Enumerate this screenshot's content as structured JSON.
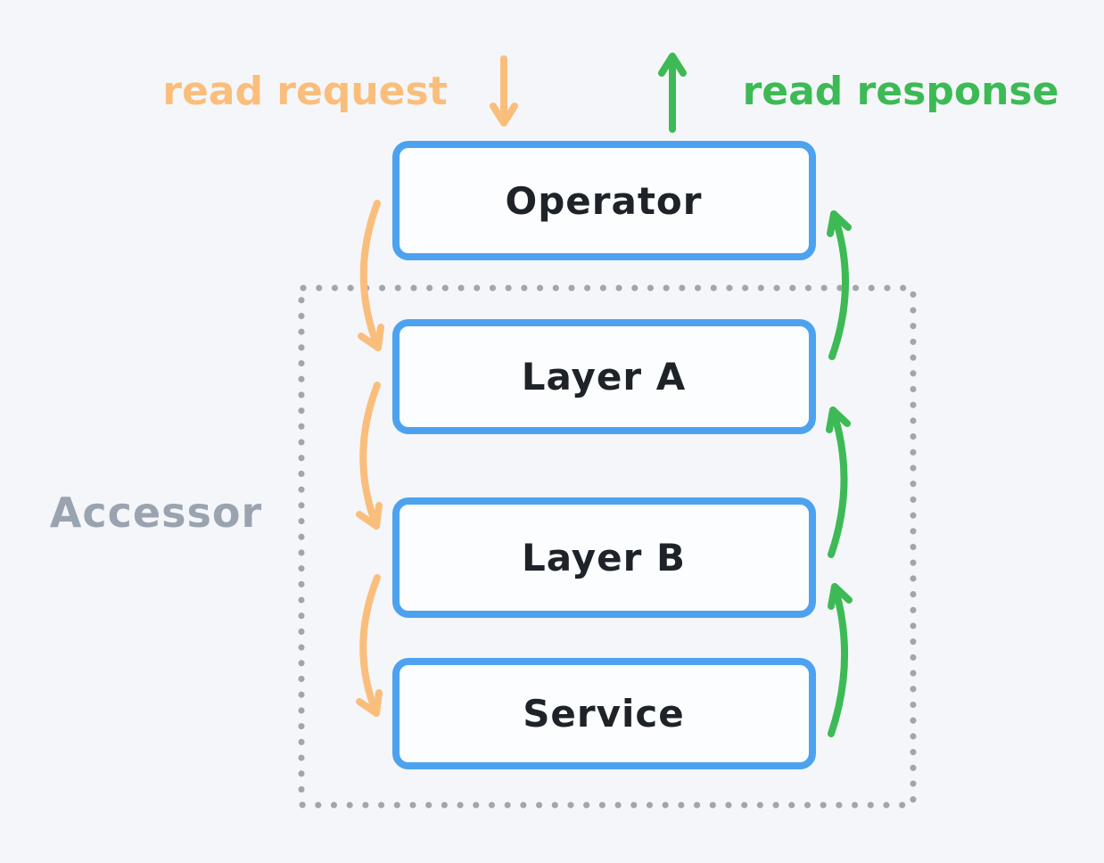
{
  "diagram": {
    "labels": {
      "read_request": "read request",
      "read_response": "read response",
      "accessor_container": "Accessor"
    },
    "nodes": [
      {
        "id": "operator",
        "label": "Operator",
        "inside_accessor": false
      },
      {
        "id": "layer-a",
        "label": "Layer A",
        "inside_accessor": true
      },
      {
        "id": "layer-b",
        "label": "Layer B",
        "inside_accessor": true
      },
      {
        "id": "service",
        "label": "Service",
        "inside_accessor": true
      }
    ],
    "edges": {
      "read_request_flow": [
        {
          "from": "Operator",
          "to": "Layer A",
          "side": "left",
          "direction": "down"
        },
        {
          "from": "Layer A",
          "to": "Layer B",
          "side": "left",
          "direction": "down"
        },
        {
          "from": "Layer B",
          "to": "Service",
          "side": "left",
          "direction": "down"
        }
      ],
      "read_response_flow": [
        {
          "from": "Service",
          "to": "Layer B",
          "side": "right",
          "direction": "up"
        },
        {
          "from": "Layer B",
          "to": "Layer A",
          "side": "right",
          "direction": "up"
        },
        {
          "from": "Layer A",
          "to": "Operator",
          "side": "right",
          "direction": "up"
        }
      ]
    },
    "colors": {
      "background": "#F4F6F9",
      "box_border_blue": "#4DA2F0",
      "box_fill": "#FCFDFE",
      "request_orange": "#FABE7C",
      "response_green": "#3DBA55",
      "accessor_label_gray": "#9AA4B0",
      "dotted_border_gray": "#9FA6AD",
      "node_text_dark": "#1D2329"
    }
  }
}
